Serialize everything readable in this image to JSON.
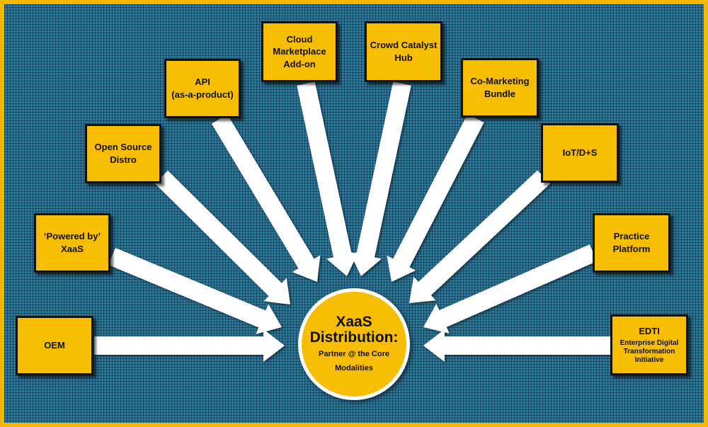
{
  "center": {
    "title_line1": "XaaS",
    "title_line2": "Distribution:",
    "subtitle_line1": "Partner @ the Core",
    "subtitle_line2": "Modalities"
  },
  "modalities": {
    "oem": "OEM",
    "powered_by": [
      "‘Powered by’",
      "XaaS"
    ],
    "open_source": [
      "Open Source",
      "Distro"
    ],
    "api": [
      "API",
      "(as-a-product)"
    ],
    "cloud": [
      "Cloud",
      "Marketplace",
      "Add-on"
    ],
    "crowd": [
      "Crowd Catalyst",
      "Hub"
    ],
    "comarketing": [
      "Co-Marketing",
      "Bundle"
    ],
    "iot": "IoT/D+S",
    "practice": "Practice Platform",
    "edti": {
      "title": "EDTI",
      "desc": [
        "Enterprise Digital",
        "Transformation",
        "Initiative"
      ]
    }
  },
  "colors": {
    "box_fill": "#f7bd00",
    "background": "#1f7fa6",
    "frame": "#f5b800",
    "arrow": "#ffffff"
  }
}
